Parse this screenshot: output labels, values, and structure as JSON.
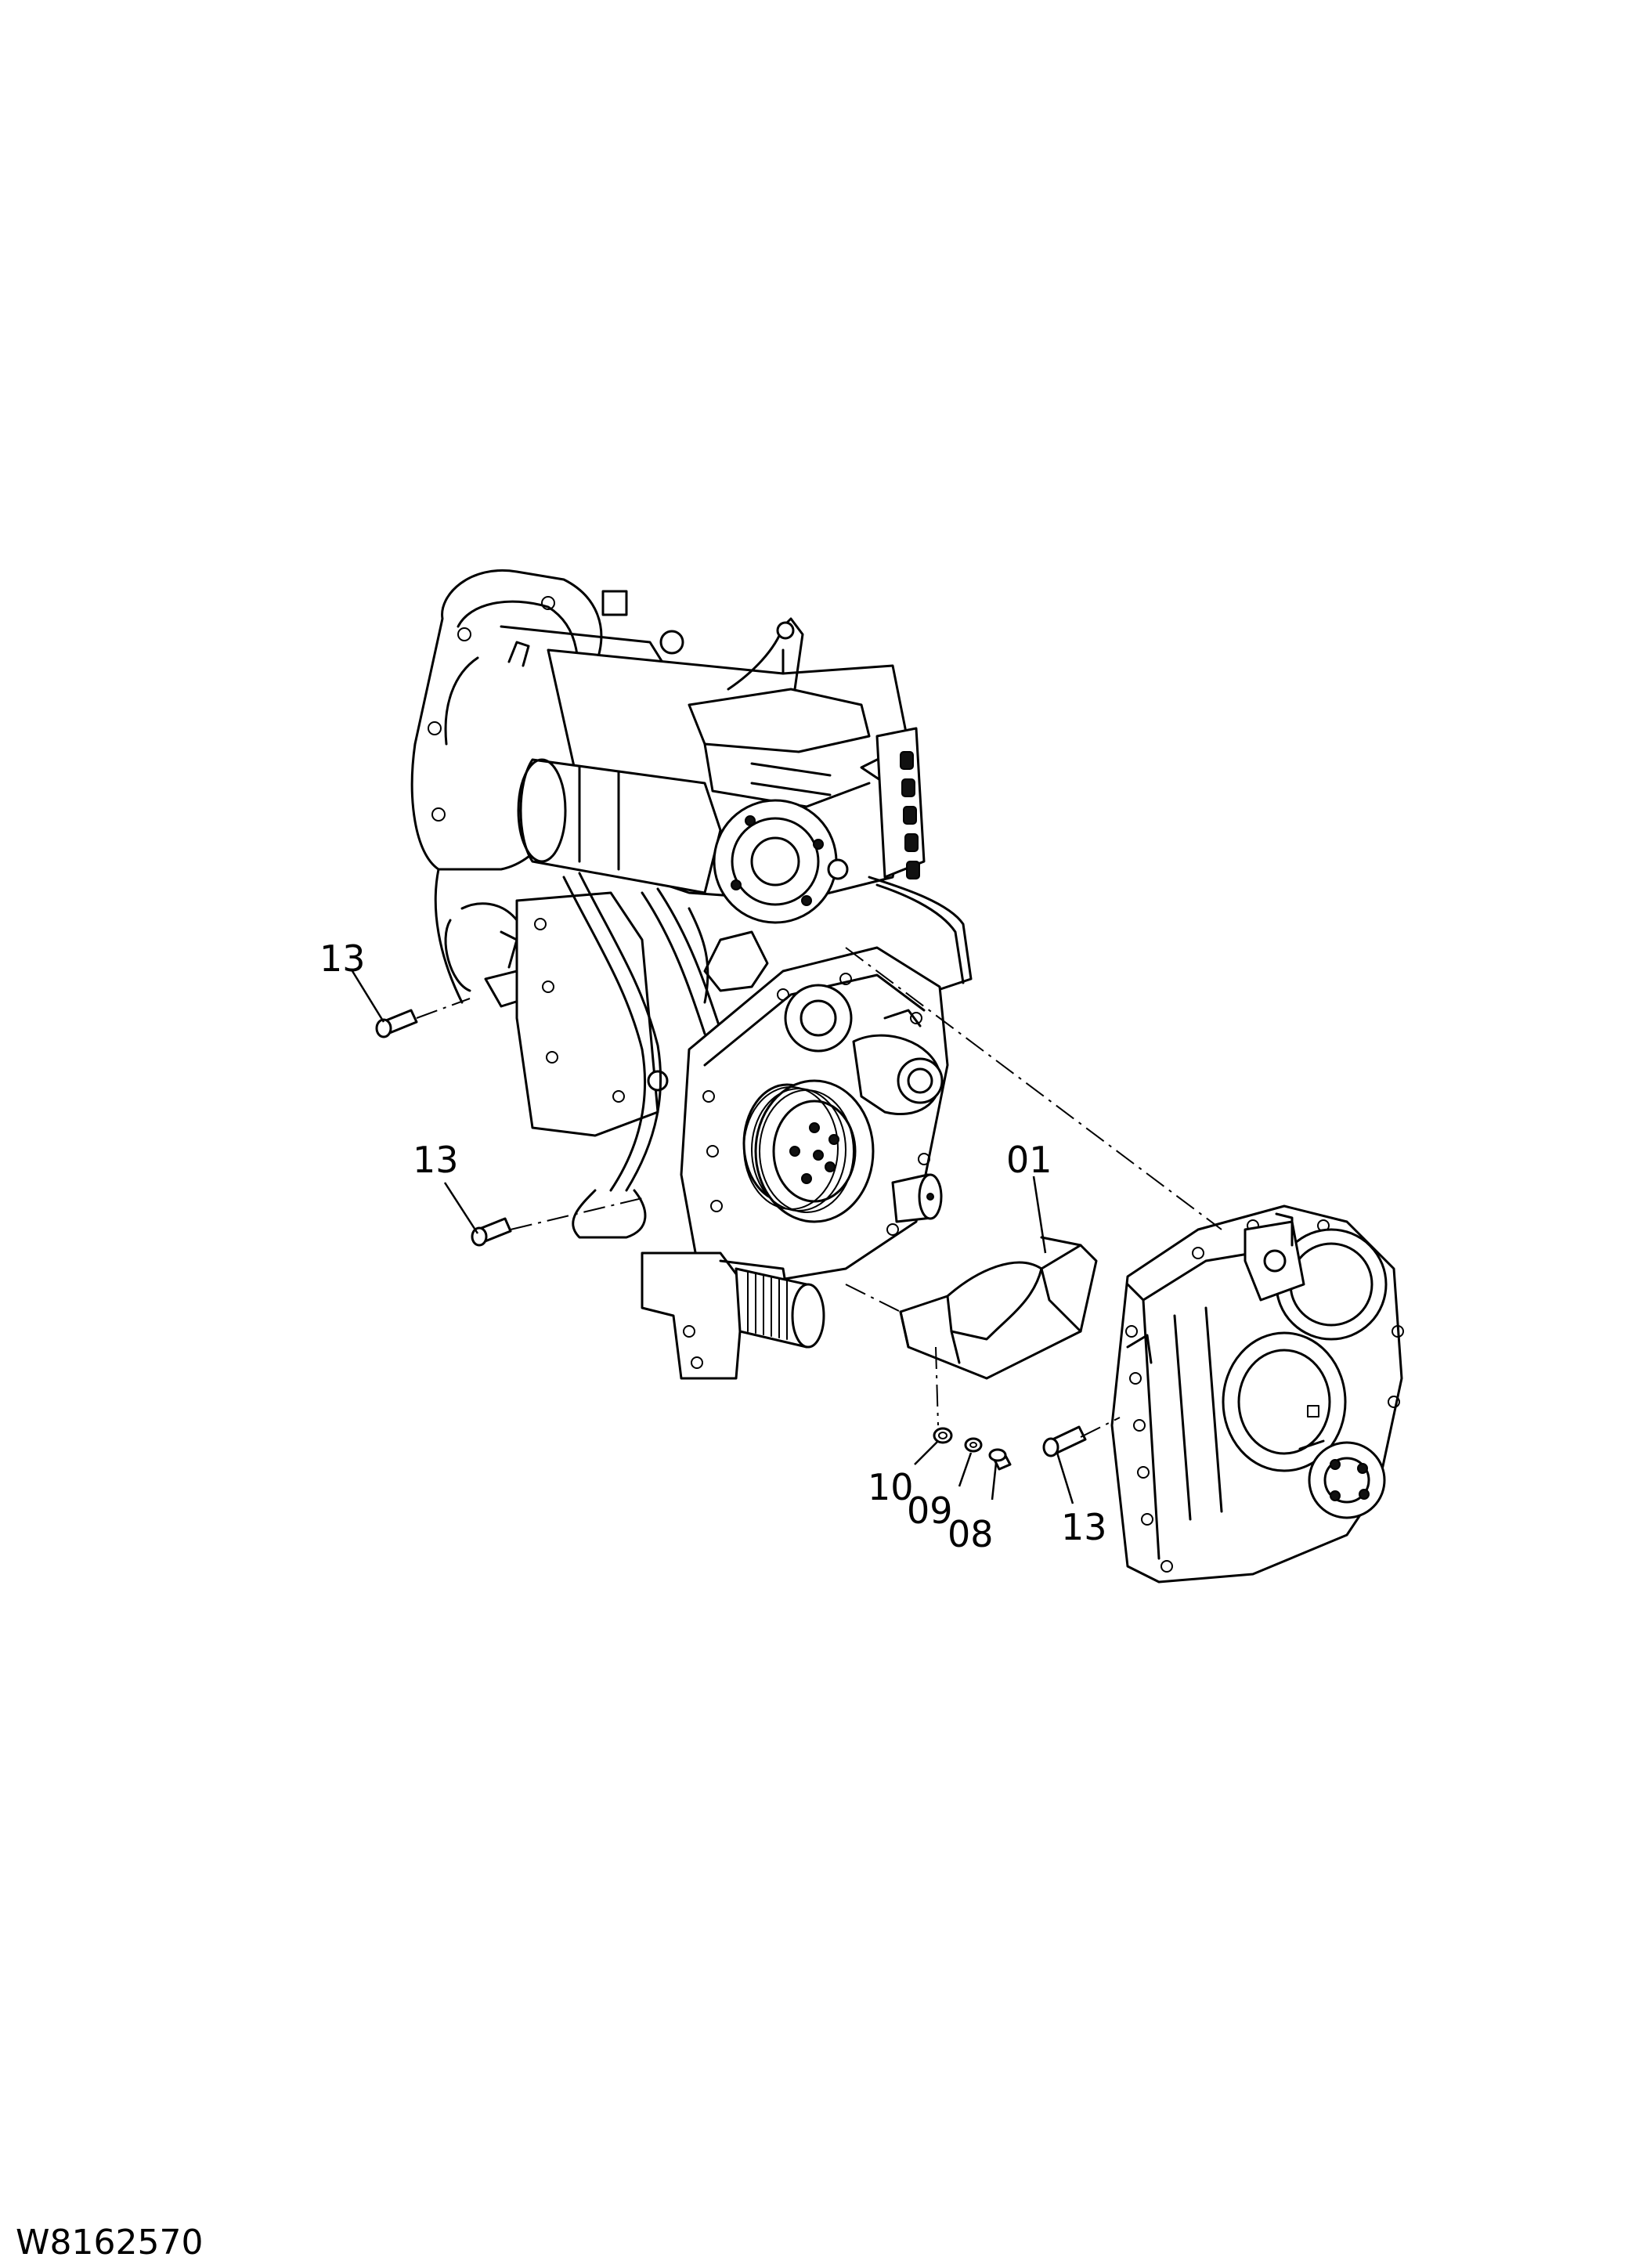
{
  "figure_id": "W8162570",
  "callouts": {
    "c01": "01",
    "c08": "08",
    "c09": "09",
    "c10": "10",
    "c13_upper_left": "13",
    "c13_lower_left": "13",
    "c13_right": "13"
  }
}
